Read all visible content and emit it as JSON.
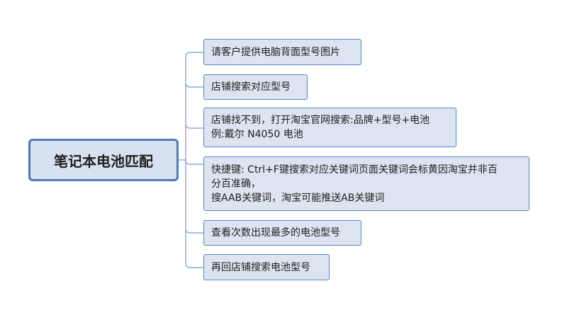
{
  "root": {
    "label": "笔记本电池匹配"
  },
  "branches": [
    {
      "lines": [
        "请客户提供电脑背面型号图片"
      ]
    },
    {
      "lines": [
        "店铺搜索对应型号"
      ]
    },
    {
      "lines": [
        "店铺找不到，打开淘宝官网搜索:品牌+型号+电池",
        "例:戴尔 N4050 电池"
      ]
    },
    {
      "lines": [
        "快捷键: Ctrl+F键搜索对应关键词页面关键词会标黄因淘宝并非百",
        "分百准确，",
        "搜AAB关键词，淘宝可能推送AB关键词"
      ]
    },
    {
      "lines": [
        "查看次数出现最多的电池型号"
      ]
    },
    {
      "lines": [
        "再回店铺搜索电池型号"
      ]
    }
  ],
  "colors": {
    "root_border": "#4f7ab3",
    "root_fill": "#d7e1ef",
    "node_border": "#5b86bf",
    "node_fill": "#dbe4f0",
    "connector": "#7a9cc8"
  }
}
